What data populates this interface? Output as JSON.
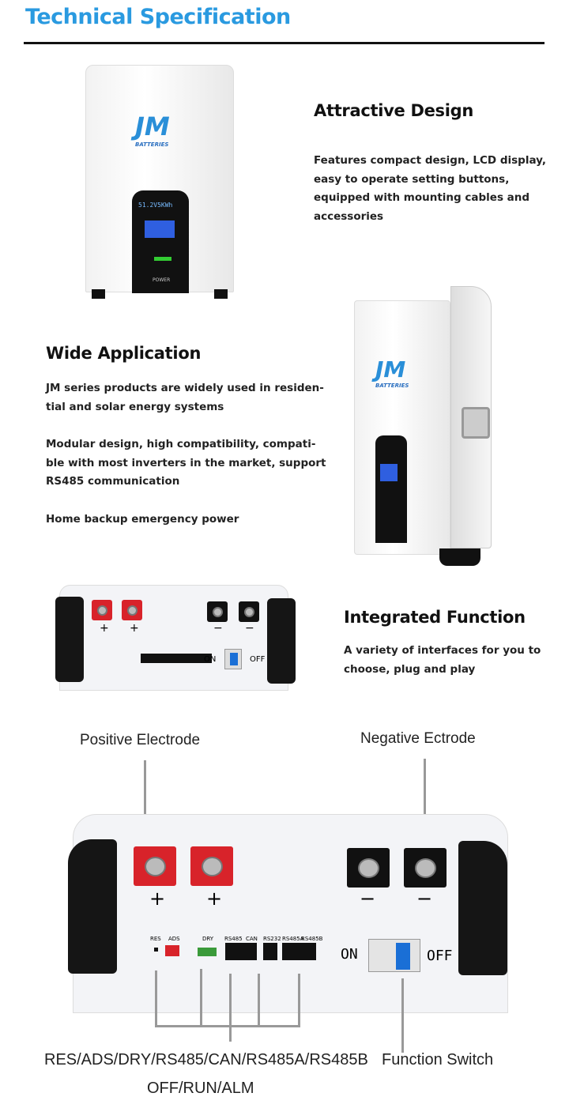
{
  "header": {
    "title": "Technical Specification",
    "accent": "#2a9ae0"
  },
  "product": {
    "brand": "JM",
    "brand_sub": "BATTERIES",
    "lcd_text": "51.2V5KWh",
    "power_label": "POWER"
  },
  "sections": {
    "attractive": {
      "title": "Attractive Design",
      "lines": [
        "Features compact design, LCD display,",
        "easy to operate setting buttons,",
        "equipped with mounting cables and",
        "accessories"
      ]
    },
    "wide": {
      "title": "Wide Application",
      "p1": [
        "JM series products are widely used in residen-",
        "tial and solar energy systems"
      ],
      "p2": [
        "Modular design, high compatibility, compati-",
        "ble with most inverters in the market, support",
        "RS485 communication"
      ],
      "p3": "Home backup emergency power"
    },
    "integrated": {
      "title": "Integrated Function",
      "lines": [
        "A variety of interfaces for you to",
        "choose, plug and play"
      ]
    }
  },
  "panel": {
    "plus": "+",
    "minus": "−",
    "on": "ON",
    "off": "OFF",
    "ports": [
      "RES",
      "ADS",
      "DRY",
      "RS485",
      "CAN",
      "RS232",
      "RS485A",
      "RS485B"
    ]
  },
  "callouts": {
    "positive": "Positive Electrode",
    "negative": "Negative Ectrode",
    "interfaces": "RES/ADS/DRY/RS485/CAN/RS485A/RS485B",
    "leds": "OFF/RUN/ALM",
    "switch": "Function Switch"
  }
}
